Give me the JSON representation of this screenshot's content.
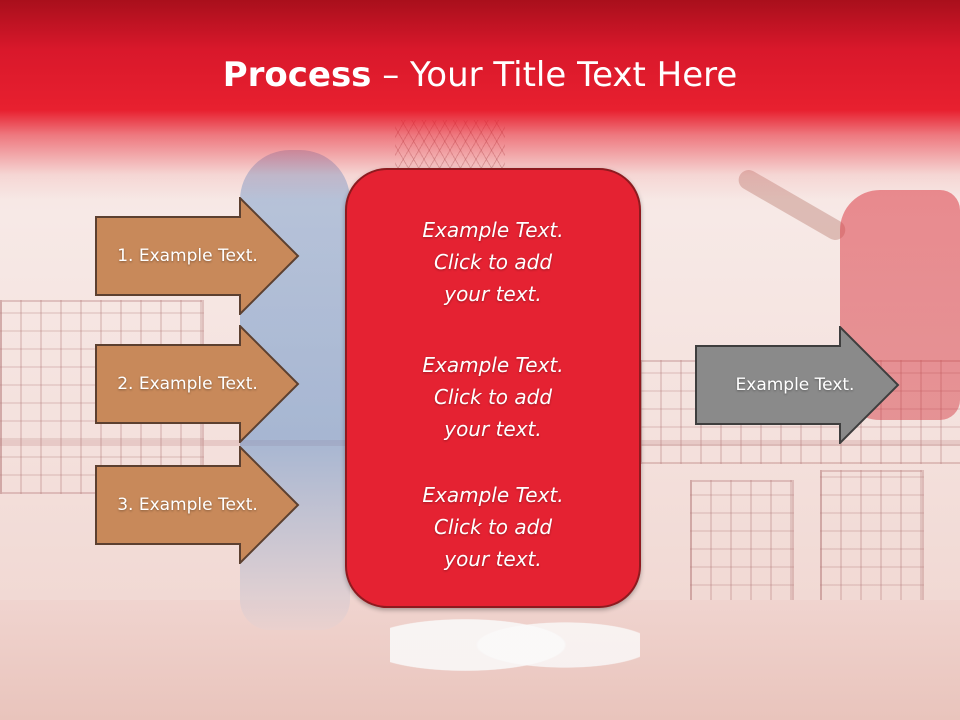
{
  "slide": {
    "title_bold": "Process",
    "title_rest": " – Your Title Text Here"
  },
  "left_arrows": [
    {
      "label": "1. Example Text."
    },
    {
      "label": "2. Example Text."
    },
    {
      "label": "3. Example Text."
    }
  ],
  "center_box": {
    "paragraphs": [
      {
        "line1": "Example Text.",
        "line2": "Click  to add",
        "line3": "your text."
      },
      {
        "line1": "Example Text.",
        "line2": "Click  to add",
        "line3": "your text."
      },
      {
        "line1": "Example Text.",
        "line2": "Click  to add",
        "line3": "your text."
      }
    ]
  },
  "right_arrow": {
    "label": "Example Text."
  },
  "colors": {
    "title_band": "#d9182b",
    "center_box_fill": "#e52232",
    "left_arrow_fill": "#c8895a",
    "right_arrow_fill": "#8a8a8a"
  }
}
